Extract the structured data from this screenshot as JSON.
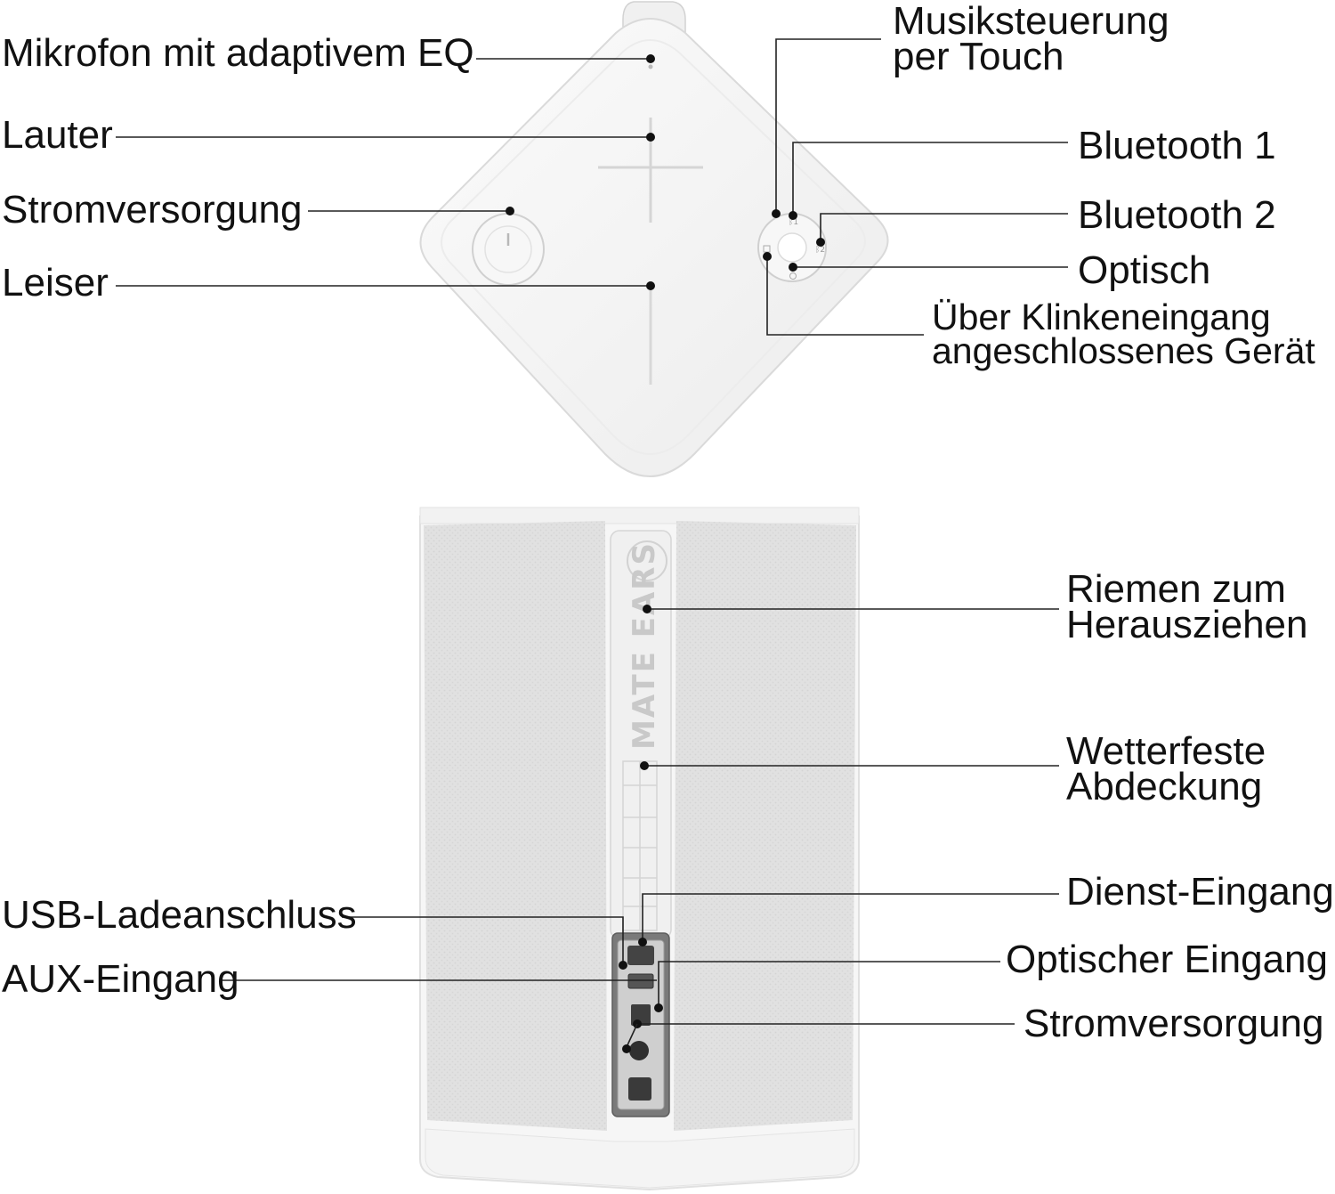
{
  "colors": {
    "label": "#111111",
    "leader": "#222222",
    "device_body": "#f3f3f3",
    "fabric": "#e0e0e0",
    "port_panel": "#6f6f6f"
  },
  "top_view": {
    "labels": {
      "mikrofon": "Mikrofon mit adaptivem EQ",
      "lauter": "Lauter",
      "stromversorgung": "Stromversorgung",
      "leiser": "Leiser",
      "musiksteuerung_1": "Musiksteuerung",
      "musiksteuerung_2": "per Touch",
      "bluetooth1": "Bluetooth 1",
      "bluetooth2": "Bluetooth 2",
      "optisch": "Optisch",
      "klinke_1": "Über Klinkeneingang",
      "klinke_2": "angeschlossenes Gerät"
    },
    "icons": [
      "power-icon",
      "plus-icon",
      "minus-icon",
      "bluetooth-icon",
      "jack-icon",
      "optical-icon"
    ]
  },
  "front_view": {
    "brand": "MATE EARS",
    "labels": {
      "riemen_1": "Riemen zum",
      "riemen_2": "Herausziehen",
      "wetter_1": "Wetterfeste",
      "wetter_2": "Abdeckung",
      "usb": "USB-Ladeanschluss",
      "aux": "AUX-Eingang",
      "dienst": "Dienst-Eingang",
      "optischer": "Optischer Eingang",
      "strom": "Stromversorgung"
    },
    "icons": [
      "usb-port-icon",
      "optical-port-icon",
      "aux-port-icon",
      "power-port-icon"
    ]
  }
}
